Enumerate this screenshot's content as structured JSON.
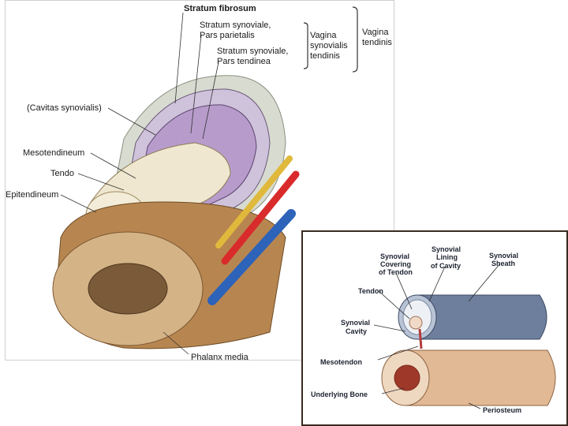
{
  "left_figure": {
    "labels": {
      "stratum_fibrosum": "Stratum fibrosum",
      "stratum_synoviale_parietalis_1": "Stratum synoviale,",
      "stratum_synoviale_parietalis_2": "Pars parietalis",
      "stratum_synoviale_tendinea_1": "Stratum synoviale,",
      "stratum_synoviale_tendinea_2": "Pars tendinea",
      "vagina_synovialis_1": "Vagina",
      "vagina_synovialis_2": "synovialis",
      "vagina_synovialis_3": "tendinis",
      "vagina_tendinis_1": "Vagina",
      "vagina_tendinis_2": "tendinis",
      "cavitas": "(Cavitas synovialis)",
      "mesotendineum": "Mesotendineum",
      "tendo": "Tendo",
      "epitendineum": "Epitendineum",
      "phalanx": "Phalanx media"
    }
  },
  "right_figure": {
    "labels": {
      "synovial_covering_1": "Synovial",
      "synovial_covering_2": "Covering",
      "synovial_covering_3": "of Tendon",
      "synovial_lining_1": "Synovial",
      "synovial_lining_2": "Lining",
      "synovial_lining_3": "of Cavity",
      "synovial_sheath_1": "Synovial",
      "synovial_sheath_2": "Sheath",
      "tendon": "Tendon",
      "synovial_cavity_1": "Synovial",
      "synovial_cavity_2": "Cavity",
      "mesotendon": "Mesotendon",
      "underlying_bone": "Underlying Bone",
      "periosteum": "Periosteum"
    }
  },
  "colors": {
    "bone": "#c79a5e",
    "marrow": "#7a5a38",
    "sheath": "#a58fb4",
    "artery": "#d92b2b",
    "vein": "#2d63b8",
    "nerve": "#e0b93c",
    "frame": "#3a2a20"
  }
}
